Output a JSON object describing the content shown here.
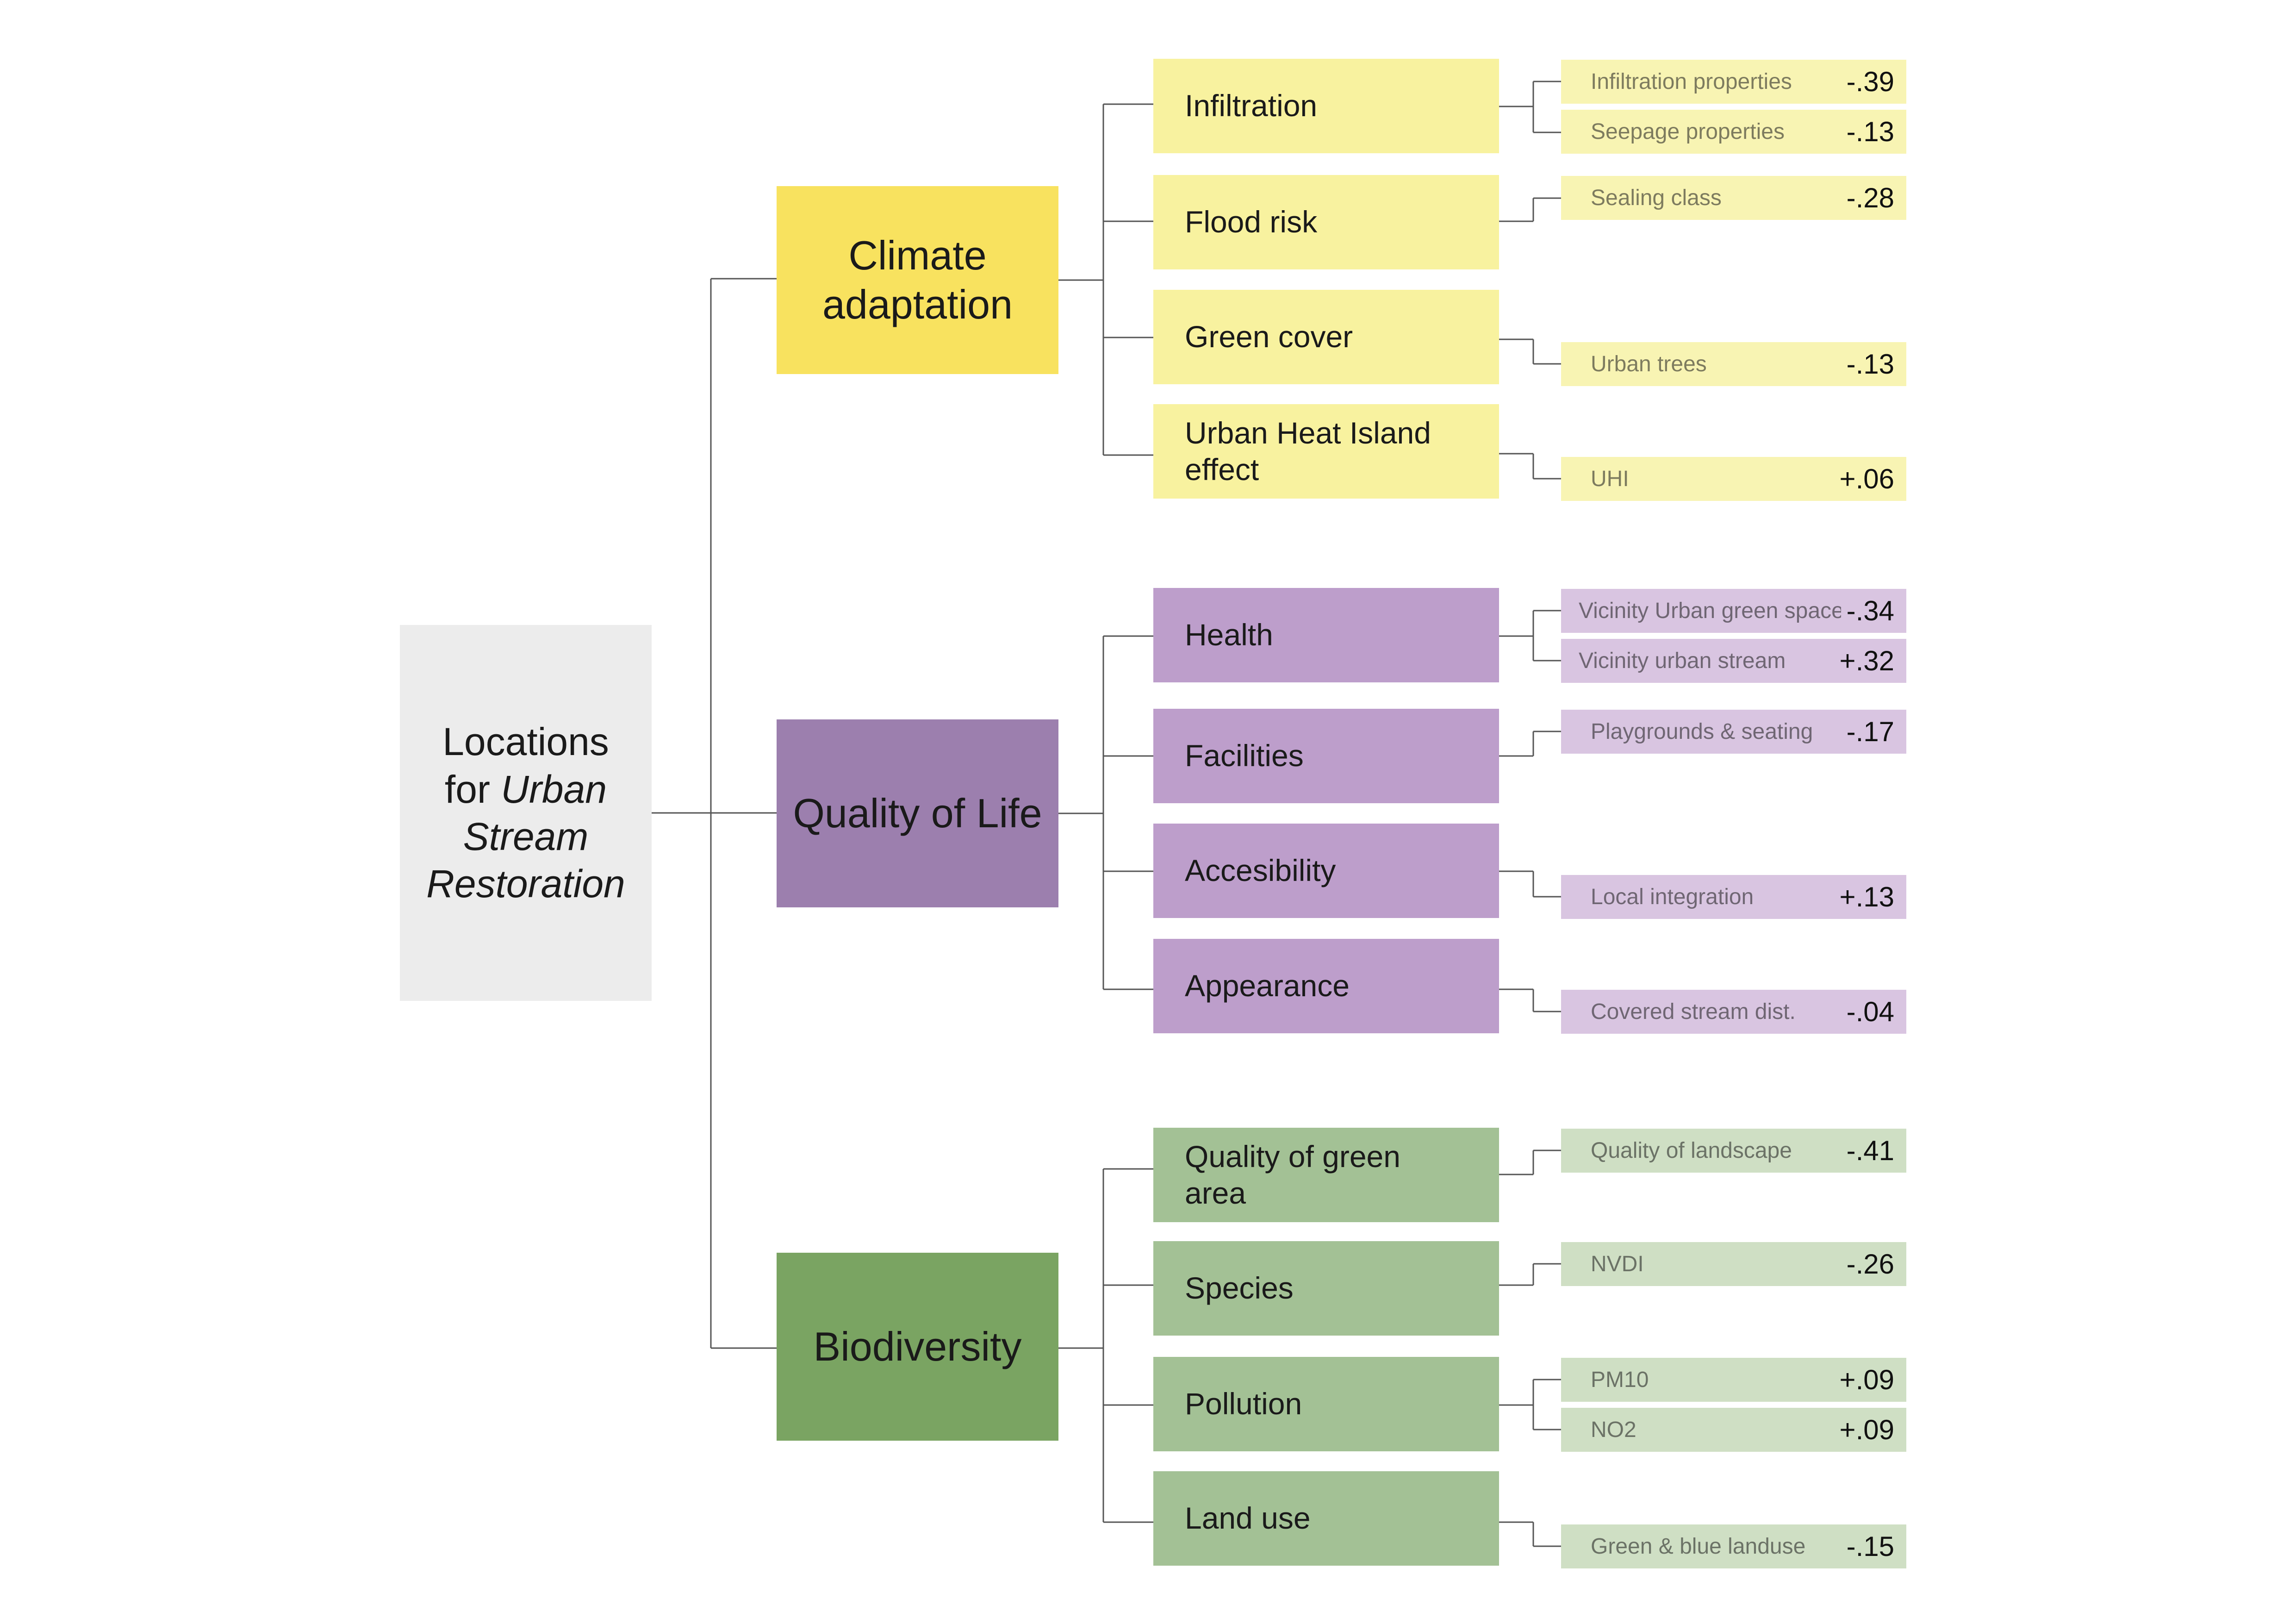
{
  "root": {
    "line1": "Locations",
    "line2": "for",
    "line2_em": "Urban",
    "line3": "Stream",
    "line4": "Restoration",
    "color": "#ececec"
  },
  "categories": [
    {
      "label": "Climate adaptation",
      "color": "#f8e25f",
      "criteria_color": "#f8f29f",
      "indicator_color": "#f8f4b3",
      "criteria": [
        {
          "label": "Infiltration",
          "indicators": [
            {
              "label": "Infiltration properties",
              "value": "-.39"
            },
            {
              "label": "Seepage properties",
              "value": "-.13"
            }
          ]
        },
        {
          "label": "Flood risk",
          "indicators": [
            {
              "label": "Sealing class",
              "value": "-.28"
            }
          ]
        },
        {
          "label": "Green cover",
          "indicators": [
            {
              "label": "Urban trees",
              "value": "-.13"
            }
          ]
        },
        {
          "label": "Urban Heat Island effect",
          "indicators": [
            {
              "label": "UHI",
              "value": "+.06"
            }
          ]
        }
      ]
    },
    {
      "label": "Quality of Life",
      "color": "#9c7fae",
      "criteria_color": "#bd9ecb",
      "indicator_color": "#d9c5e1",
      "criteria": [
        {
          "label": "Health",
          "indicators": [
            {
              "label": "Vicinity Urban green space",
              "value": "-.34"
            },
            {
              "label": "Vicinity urban stream",
              "value": "+.32"
            }
          ]
        },
        {
          "label": "Facilities",
          "indicators": [
            {
              "label": "Playgrounds & seating",
              "value": "-.17"
            }
          ]
        },
        {
          "label": "Accesibility",
          "indicators": [
            {
              "label": "Local integration",
              "value": "+.13"
            }
          ]
        },
        {
          "label": "Appearance",
          "indicators": [
            {
              "label": "Covered stream dist.",
              "value": "-.04"
            }
          ]
        }
      ]
    },
    {
      "label": "Biodiversity",
      "color": "#7aa462",
      "criteria_color": "#a3c195",
      "indicator_color": "#cfdfc4",
      "criteria": [
        {
          "label": "Quality of green area",
          "indicators": [
            {
              "label": "Quality of landscape",
              "value": "-.41"
            }
          ]
        },
        {
          "label": "Species",
          "indicators": [
            {
              "label": "NVDI",
              "value": "-.26"
            }
          ]
        },
        {
          "label": "Pollution",
          "indicators": [
            {
              "label": "PM10",
              "value": "+.09"
            },
            {
              "label": "NO2",
              "value": "+.09"
            }
          ]
        },
        {
          "label": "Land use",
          "indicators": [
            {
              "label": "Green & blue landuse",
              "value": "-.15"
            }
          ]
        }
      ]
    }
  ],
  "connector_color": "#555555"
}
